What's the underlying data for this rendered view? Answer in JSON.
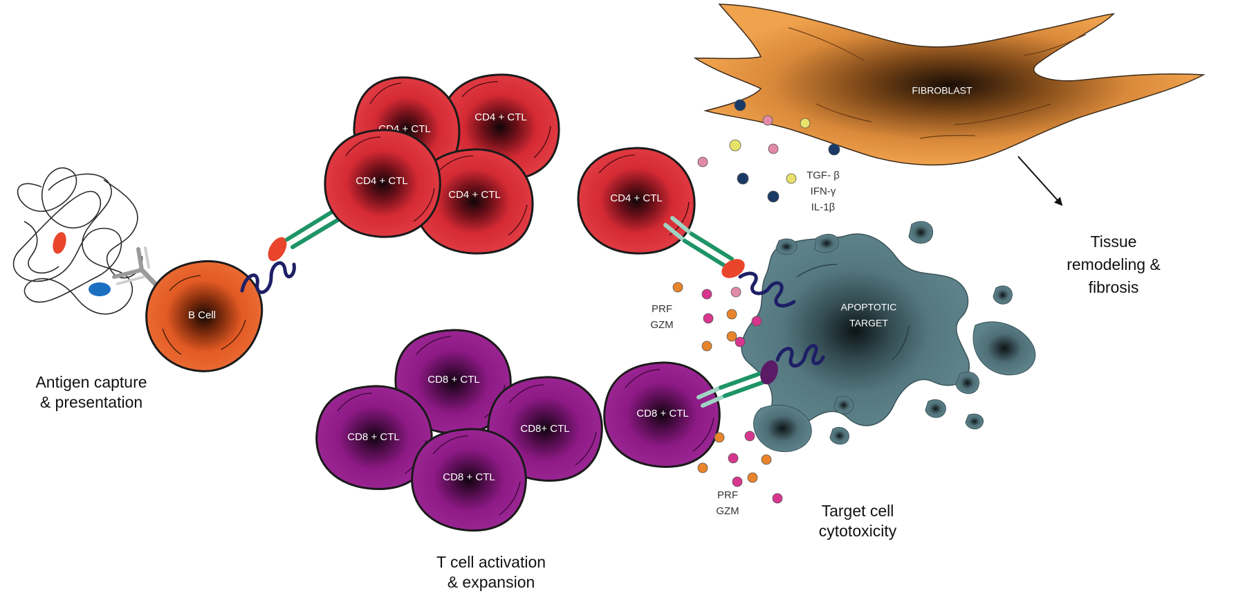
{
  "colors": {
    "cd4": "#d42a34",
    "cd8": "#8e1a86",
    "bcell": "#e35a24",
    "fibroblast": "#f0a24d",
    "target": "#557880",
    "antigen_red": "#e8452b",
    "antigen_blue": "#1b6fbf",
    "receptor_green": "#1e9467",
    "receptor_light": "#9fd3c3",
    "mhc_navy": "#1e1f66",
    "mhc_purple": "#5b1a66"
  },
  "cells": {
    "b_cell": "B Cell",
    "fibroblast": "FIBROBLAST",
    "apoptotic_target": [
      "APOPTOTIC",
      "TARGET"
    ],
    "cd4": [
      "CD4 + CTL",
      "CD4 + CTL",
      "CD4 + CTL",
      "CD4 + CTL",
      "CD4 + CTL"
    ],
    "cd8": [
      "CD8 + CTL",
      "CD8 + CTL",
      "CD8+ CTL",
      "CD8 + CTL",
      "CD8 + CTL"
    ]
  },
  "labels": {
    "cytokines": [
      "TGF- β",
      "IFN-γ",
      "IL-1β"
    ],
    "granules_upper": [
      "PRF",
      "GZM"
    ],
    "granules_lower": [
      "PRF",
      "GZM"
    ]
  },
  "captions": {
    "antigen": [
      "Antigen capture",
      "& presentation"
    ],
    "activation": [
      "T cell activation",
      "& expansion"
    ],
    "cytotoxicity": [
      "Target cell",
      "cytotoxicity"
    ],
    "fibrosis": [
      "Tissue",
      "remodeling &",
      "fibrosis"
    ]
  }
}
